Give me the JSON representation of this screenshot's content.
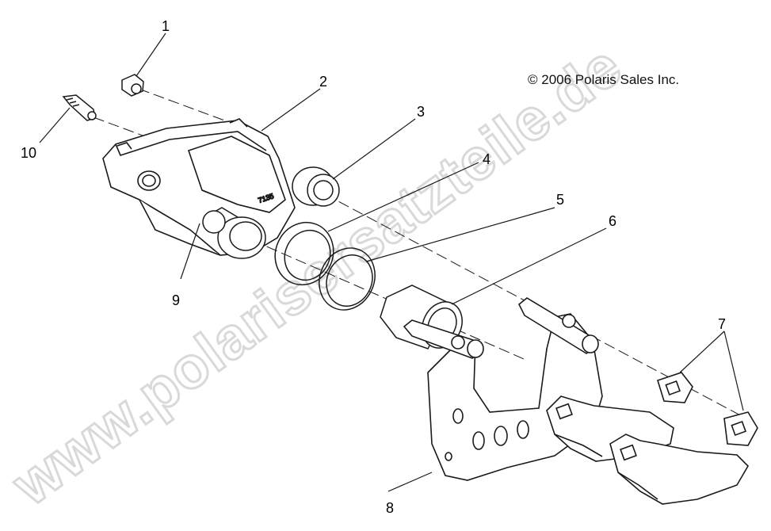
{
  "copyright": "© 2006 Polaris Sales Inc.",
  "watermark": "www.polarisersatzteile.de",
  "part_stamp": "7135",
  "callouts": [
    {
      "id": "1",
      "label": "1"
    },
    {
      "id": "2",
      "label": "2"
    },
    {
      "id": "3",
      "label": "3"
    },
    {
      "id": "4",
      "label": "4"
    },
    {
      "id": "5",
      "label": "5"
    },
    {
      "id": "6",
      "label": "6"
    },
    {
      "id": "7",
      "label": "7"
    },
    {
      "id": "8",
      "label": "8"
    },
    {
      "id": "9",
      "label": "9"
    },
    {
      "id": "10",
      "label": "10"
    }
  ],
  "colors": {
    "line": "#1a1a1a",
    "part_fill": "#ffffff",
    "watermark": "#d9d9d9"
  }
}
